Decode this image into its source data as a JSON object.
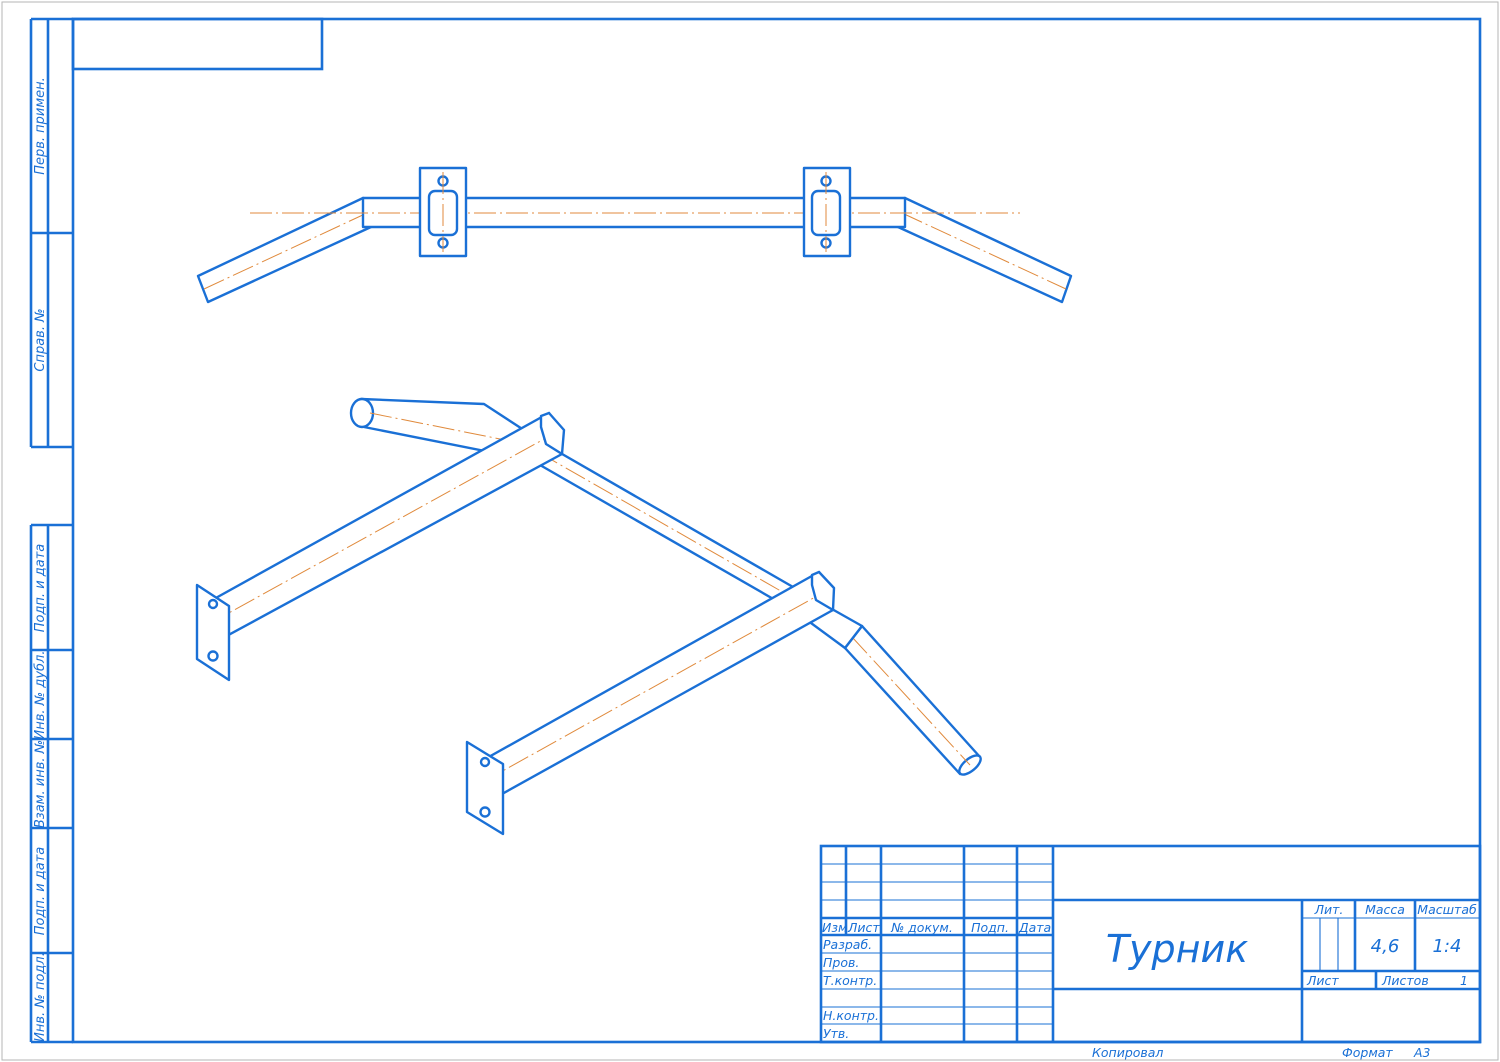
{
  "drawing": {
    "title": "Турник",
    "left_strip": {
      "perv_primen": "Перв. примен.",
      "sprav_no": "Справ. №",
      "podp_i_data_top": "Подп. и дата",
      "inv_no_dubl": "Инв. № дубл.",
      "vzam_inv_no": "Взам. инв. №",
      "podp_i_data_bottom": "Подп. и дата",
      "inv_no_podl": "Инв. № подл."
    },
    "title_block": {
      "columns": [
        "Изм.",
        "Лист",
        "№ докум.",
        "Подп.",
        "Дата"
      ],
      "roles": [
        "Разраб.",
        "Пров.",
        "Т.контр.",
        "Н.контр.",
        "Утв."
      ],
      "lit_label": "Лит.",
      "mass_label": "Масса",
      "scale_label": "Масштаб",
      "mass_value": "4,6",
      "scale_value": "1:4",
      "sheet_label": "Лист",
      "sheets_label": "Листов",
      "sheets_value": "1"
    },
    "footer": {
      "copied": "Копировал",
      "format_label": "Формат",
      "format_value": "А3"
    }
  },
  "colors": {
    "line": "#1a70d6",
    "center_line": "#e08a3c",
    "background": "#ffffff"
  }
}
